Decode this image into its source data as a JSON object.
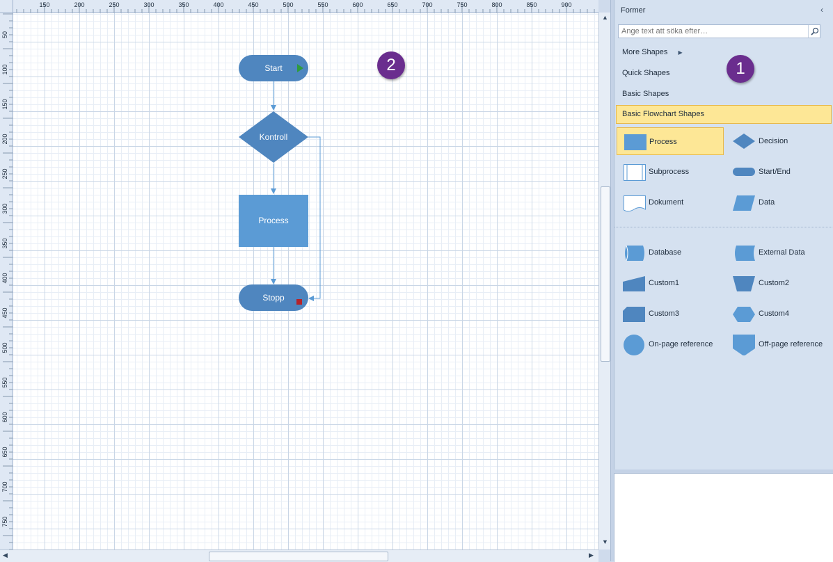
{
  "ruler": {
    "top_ticks": [
      "150",
      "200",
      "250",
      "300",
      "350",
      "400",
      "450",
      "500",
      "550",
      "600",
      "650",
      "700",
      "750",
      "800",
      "850",
      "900"
    ],
    "left_ticks": [
      "50",
      "100",
      "150",
      "200",
      "250",
      "300",
      "350",
      "400",
      "450",
      "500",
      "550",
      "600",
      "650",
      "700",
      "750"
    ]
  },
  "diagram": {
    "start_label": "Start",
    "decision_label": "Kontroll",
    "process_label": "Process",
    "end_label": "Stopp"
  },
  "badges": {
    "panel_badge": "1",
    "canvas_badge": "2"
  },
  "panel": {
    "title": "Former",
    "search_placeholder": "Ange text att söka efter…",
    "categories": [
      "More Shapes",
      "Quick Shapes",
      "Basic Shapes"
    ],
    "active_category": "Basic Flowchart Shapes",
    "shapes": [
      "Process",
      "Decision",
      "Subprocess",
      "Start/End",
      "Dokument",
      "Data",
      "Database",
      "External Data",
      "Custom1",
      "Custom2",
      "Custom3",
      "Custom4",
      "On-page reference",
      "Off-page reference"
    ],
    "selected_shape": "Process"
  },
  "colors": {
    "shape_fill": "#5b9bd5",
    "shape_dark": "#4f86bf",
    "highlight": "#fde796",
    "badge": "#6a2d8e"
  }
}
